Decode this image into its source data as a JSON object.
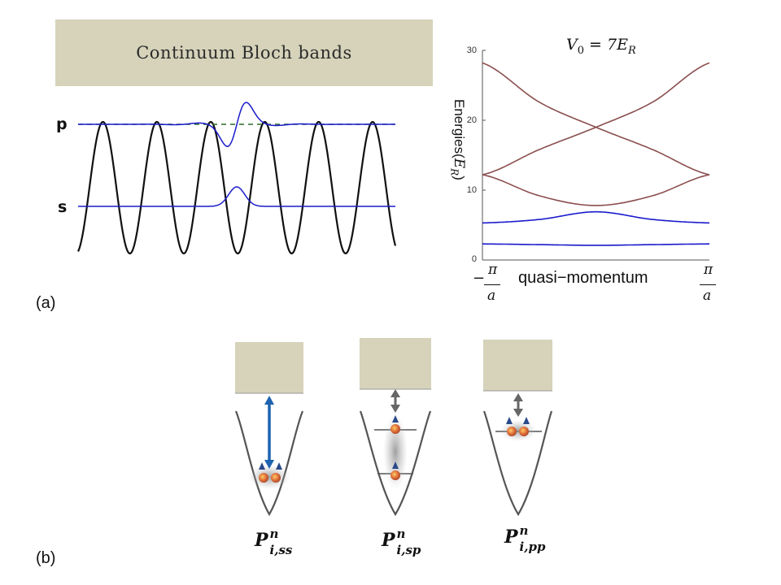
{
  "panel_a": {
    "banner_title": "Continuum Bloch bands",
    "level_p": "p",
    "level_s": "s",
    "label": "(a)"
  },
  "chart_data": {
    "type": "line",
    "title": "V₀ = 7E_R",
    "ylabel": "Energies(E_R)",
    "xlabel": "quasi−momentum",
    "x_tick_left": "−π/a",
    "x_tick_right": "π/a",
    "ylim": [
      0,
      30
    ],
    "yticks": [
      0,
      10,
      20,
      30
    ],
    "x": [
      -1,
      -0.5,
      0,
      0.5,
      1
    ],
    "series": [
      {
        "values": [
          2.3,
          2.2,
          2.1,
          2.2,
          2.3
        ],
        "color": "#1a1acc"
      },
      {
        "values": [
          5.3,
          5.8,
          6.9,
          5.8,
          5.3
        ],
        "color": "#1a1acc"
      },
      {
        "values": [
          12.2,
          9.2,
          7.8,
          9.2,
          12.2
        ],
        "color": "#8b4e4e"
      },
      {
        "values": [
          12.2,
          15.8,
          19.0,
          22.6,
          28.2
        ],
        "color": "#8b4e4e"
      },
      {
        "values": [
          28.2,
          22.6,
          19.0,
          15.8,
          12.2
        ],
        "color": "#8b4e4e"
      }
    ],
    "grid": false
  },
  "panel_b": {
    "label": "(b)",
    "items": [
      {
        "P": "P",
        "sup": "n",
        "sub": "i,ss"
      },
      {
        "P": "P",
        "sup": "n",
        "sub": "i,sp"
      },
      {
        "P": "P",
        "sup": "n",
        "sub": "i,pp"
      }
    ]
  }
}
